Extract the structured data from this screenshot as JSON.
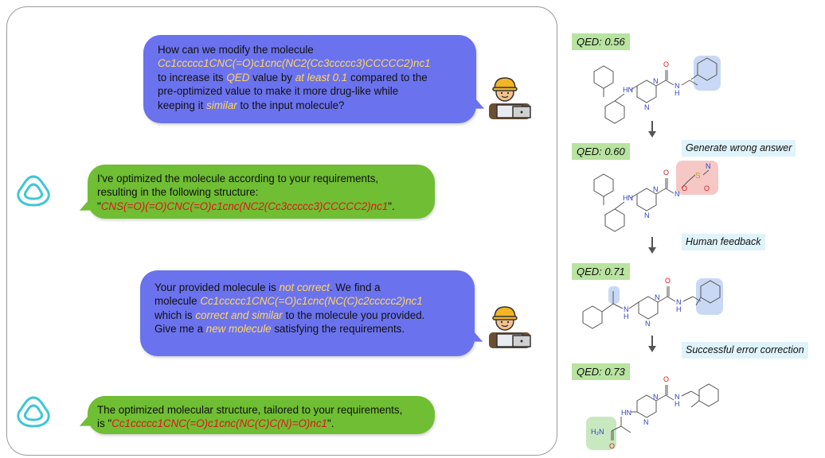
{
  "chat": {
    "user_msg_1": {
      "line1": "How can we modify the molecule",
      "smiles": "Cc1ccccc1CNC(=O)c1cnc(NC2(Cc3ccccc3)CCCCC2)nc1",
      "l3_pre": "to increase its ",
      "l3_qed": "QED",
      "l3_mid": " value by ",
      "l3_least": "at least 0.1",
      "l3_post": " compared to the",
      "line4": "pre-optimized value to make it more drug-like while",
      "l5_pre": "keeping it ",
      "l5_similar": "similar",
      "l5_post": " to the input molecule?"
    },
    "bot_msg_1": {
      "line1": "I've optimized the molecule according to your requirements,",
      "line2": "resulting in the following structure:",
      "quote_open": "\"",
      "smiles": "CNS(=O)(=O)CNC(=O)c1cnc(NC2(Cc3ccccc3)CCCCC2)nc1",
      "quote_close": "\"."
    },
    "user_msg_2": {
      "l1_pre": "Your provided molecule is ",
      "l1_not": "not correct",
      "l1_post": ". We find a",
      "l2_pre": "molecule ",
      "l2_smiles": "Cc1ccccc1CNC(=O)c1cnc(NC(C)c2ccccc2)nc1",
      "l3_pre": "which is ",
      "l3_correct": "correct and similar",
      "l3_post": " to the molecule you provided.",
      "l4_pre": "Give me a ",
      "l4_new": "new molecule",
      "l4_post": " satisfying the requirements."
    },
    "bot_msg_2": {
      "line1": "The optimized molecular structure, tailored to your requirements,",
      "l2_pre": "is \"",
      "l2_smiles": "Cc1ccccc1CNC(=O)c1cnc(NC(C)C(N)=O)nc1",
      "l2_post": "\"."
    }
  },
  "panel": {
    "qed1": "QED: 0.56",
    "qed2": "QED: 0.60",
    "qed3": "QED: 0.71",
    "qed4": "QED: 0.73",
    "step1": "Generate wrong answer",
    "step2": "Human feedback",
    "step3": "Successful error correction"
  },
  "atoms": {
    "O": "O",
    "N": "N",
    "H": "H",
    "HN": "HN",
    "S": "S",
    "H2N": "H₂N"
  },
  "colors": {
    "user_bubble": "#6b72ee",
    "bot_bubble": "#6fbe33",
    "highlight_yellow": "#ffd65a",
    "highlight_red": "#e0161b",
    "qed_box": "#b8e3a0",
    "step_box": "#dff3fa",
    "mol_blue_highlight": "#c9d8f4",
    "mol_red_highlight": "#f5c8c6",
    "mol_green_highlight": "#c8e8c0"
  }
}
